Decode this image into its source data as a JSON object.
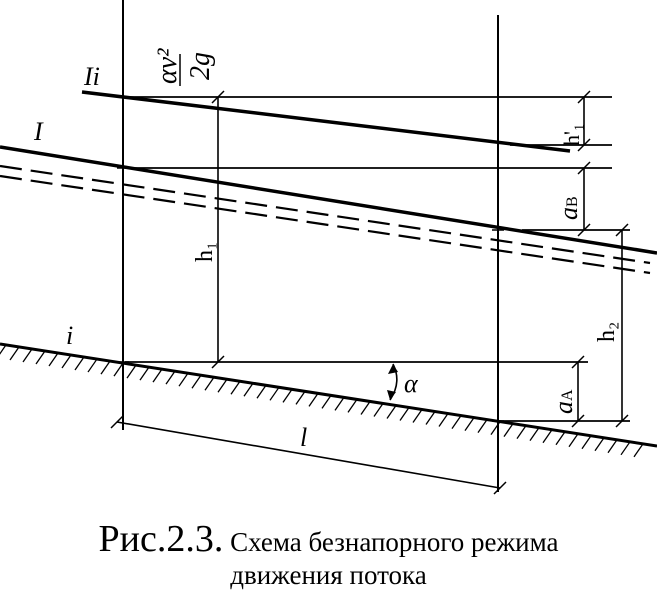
{
  "labels": {
    "energy_line": "Ii",
    "water_surface": "I",
    "bed_line": "i",
    "velocity_numerator": "αv²",
    "velocity_denominator": "2g",
    "h1": "h₁",
    "h2": "h₂",
    "h1_prime": "h'₁",
    "a_B": "a",
    "a_B_sub": "B",
    "a_A": "a",
    "a_A_sub": "A",
    "angle": "α",
    "length": "l"
  },
  "caption": {
    "prefix": "Рис.2.3.",
    "rest": " Схема безнапорного режима",
    "line2": "движения потока"
  }
}
